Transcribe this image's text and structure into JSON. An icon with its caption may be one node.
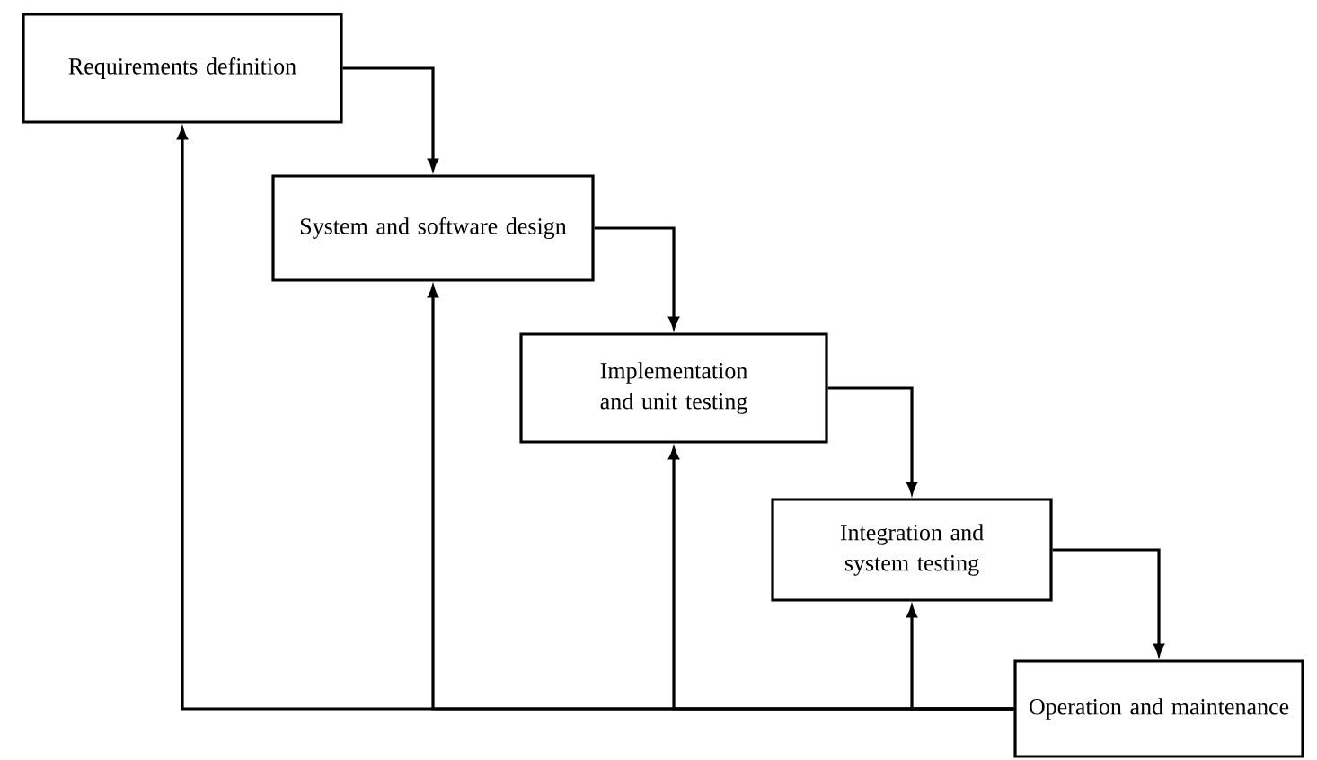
{
  "diagram": {
    "nodes": [
      {
        "text": [
          "Requirements definition"
        ]
      },
      {
        "text": [
          "System and software design"
        ]
      },
      {
        "text": [
          "Implementation and unit testing"
        ]
      },
      {
        "text": [
          "Integration and system testing"
        ]
      },
      {
        "text": [
          "Operation and maintenance"
        ]
      }
    ],
    "edges": [
      {
        "from": 0,
        "to": 1,
        "arrow": "to"
      },
      {
        "from": 1,
        "to": 2,
        "arrow": "to"
      },
      {
        "from": 2,
        "to": 3,
        "arrow": "to"
      },
      {
        "from": 3,
        "to": 4,
        "arrow": "to"
      },
      {
        "from": 4,
        "to": 0,
        "arrow": "to"
      },
      {
        "from": 4,
        "to": 1,
        "arrow": "to"
      },
      {
        "from": 4,
        "to": 2,
        "arrow": "to"
      },
      {
        "from": 4,
        "to": 3,
        "arrow": "to"
      }
    ]
  }
}
